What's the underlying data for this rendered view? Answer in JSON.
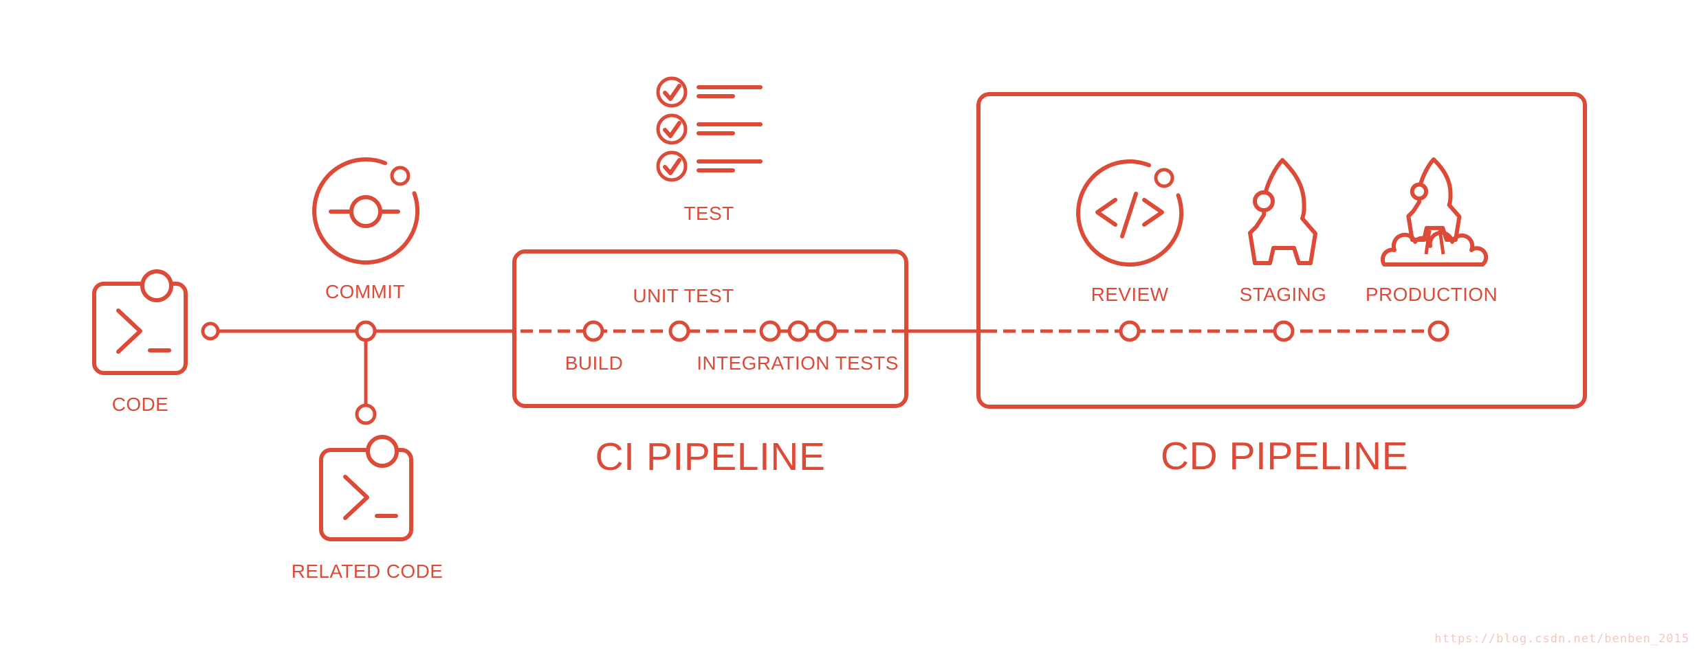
{
  "colors": {
    "accent": "#dc4a38",
    "background": "#ffffff",
    "watermark_text": "#f3c8c0"
  },
  "flow": {
    "code": {
      "label": "CODE",
      "icon": "terminal-code-icon"
    },
    "commit": {
      "label": "COMMIT",
      "icon": "git-commit-orbit-icon"
    },
    "related_code": {
      "label": "RELATED CODE",
      "icon": "terminal-code-icon"
    },
    "test": {
      "label": "TEST",
      "icon": "checklist-icon"
    }
  },
  "ci_pipeline": {
    "title": "CI PIPELINE",
    "steps": [
      {
        "label": "BUILD"
      },
      {
        "label": "UNIT TEST"
      },
      {
        "label": "INTEGRATION TESTS"
      }
    ]
  },
  "cd_pipeline": {
    "title": "CD PIPELINE",
    "stages": [
      {
        "label": "REVIEW",
        "icon": "code-review-orbit-icon"
      },
      {
        "label": "STAGING",
        "icon": "rocket-icon"
      },
      {
        "label": "PRODUCTION",
        "icon": "rocket-launch-icon"
      }
    ]
  },
  "watermark": {
    "text": "https://blog.csdn.net/benben_2015"
  }
}
